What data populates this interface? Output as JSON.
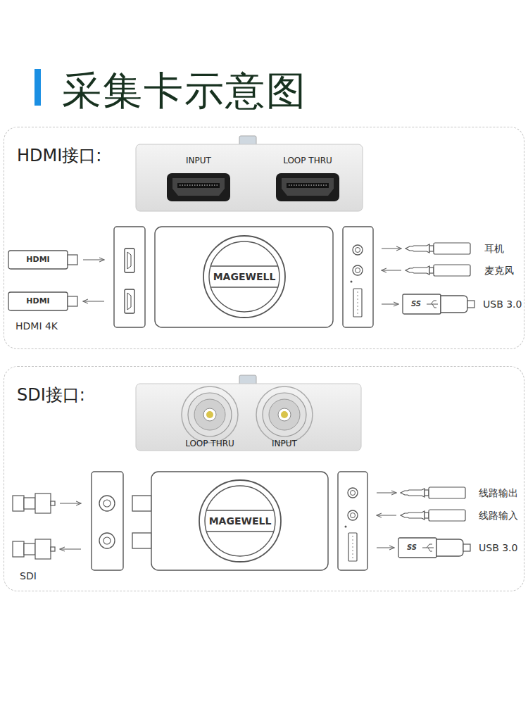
{
  "diagram": {
    "title": "采集卡示意图",
    "nodes": [
      {
        "text": [
          "HDMI接口:"
        ]
      },
      {
        "text": [
          "SDI接口:"
        ]
      }
    ],
    "labels": [
      "INPUT",
      "LOOP THRU",
      "HDMI",
      "HDMI",
      "MAGEWELL",
      "HDMI 4K",
      "耳机",
      "麦克风",
      "USB 3.0",
      "SS",
      "LOOP THRU",
      "INPUT",
      "MAGEWELL",
      "SDI",
      "线路输出",
      "线路输入",
      "USB 3.0",
      "SS"
    ]
  }
}
